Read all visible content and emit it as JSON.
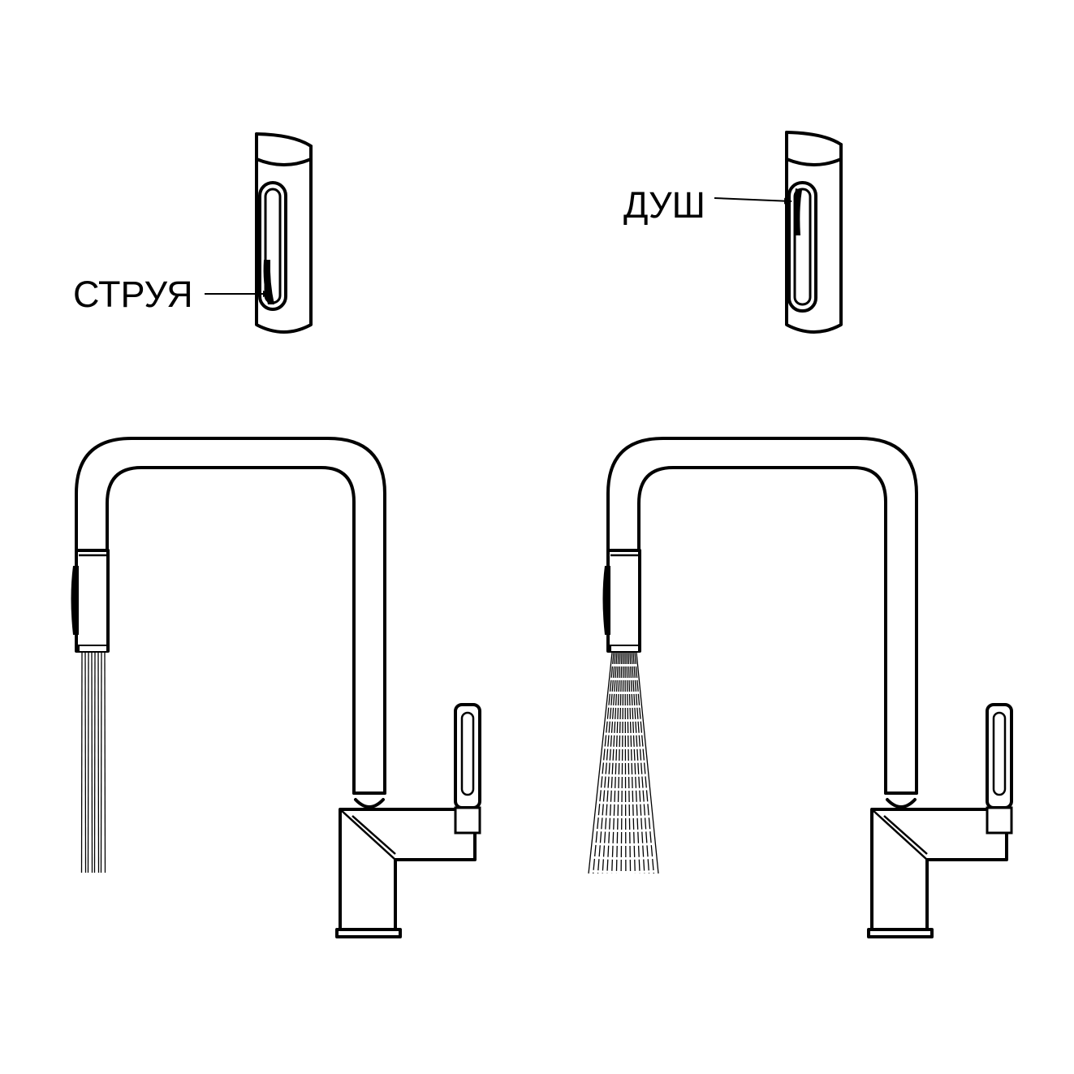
{
  "labels": {
    "jet": "СТРУЯ",
    "shower": "ДУШ"
  },
  "colors": {
    "line": "#000000",
    "background": "#ffffff"
  },
  "modes": [
    {
      "key": "jet",
      "spray": "parallel-streams"
    },
    {
      "key": "shower",
      "spray": "fan-spray"
    }
  ]
}
